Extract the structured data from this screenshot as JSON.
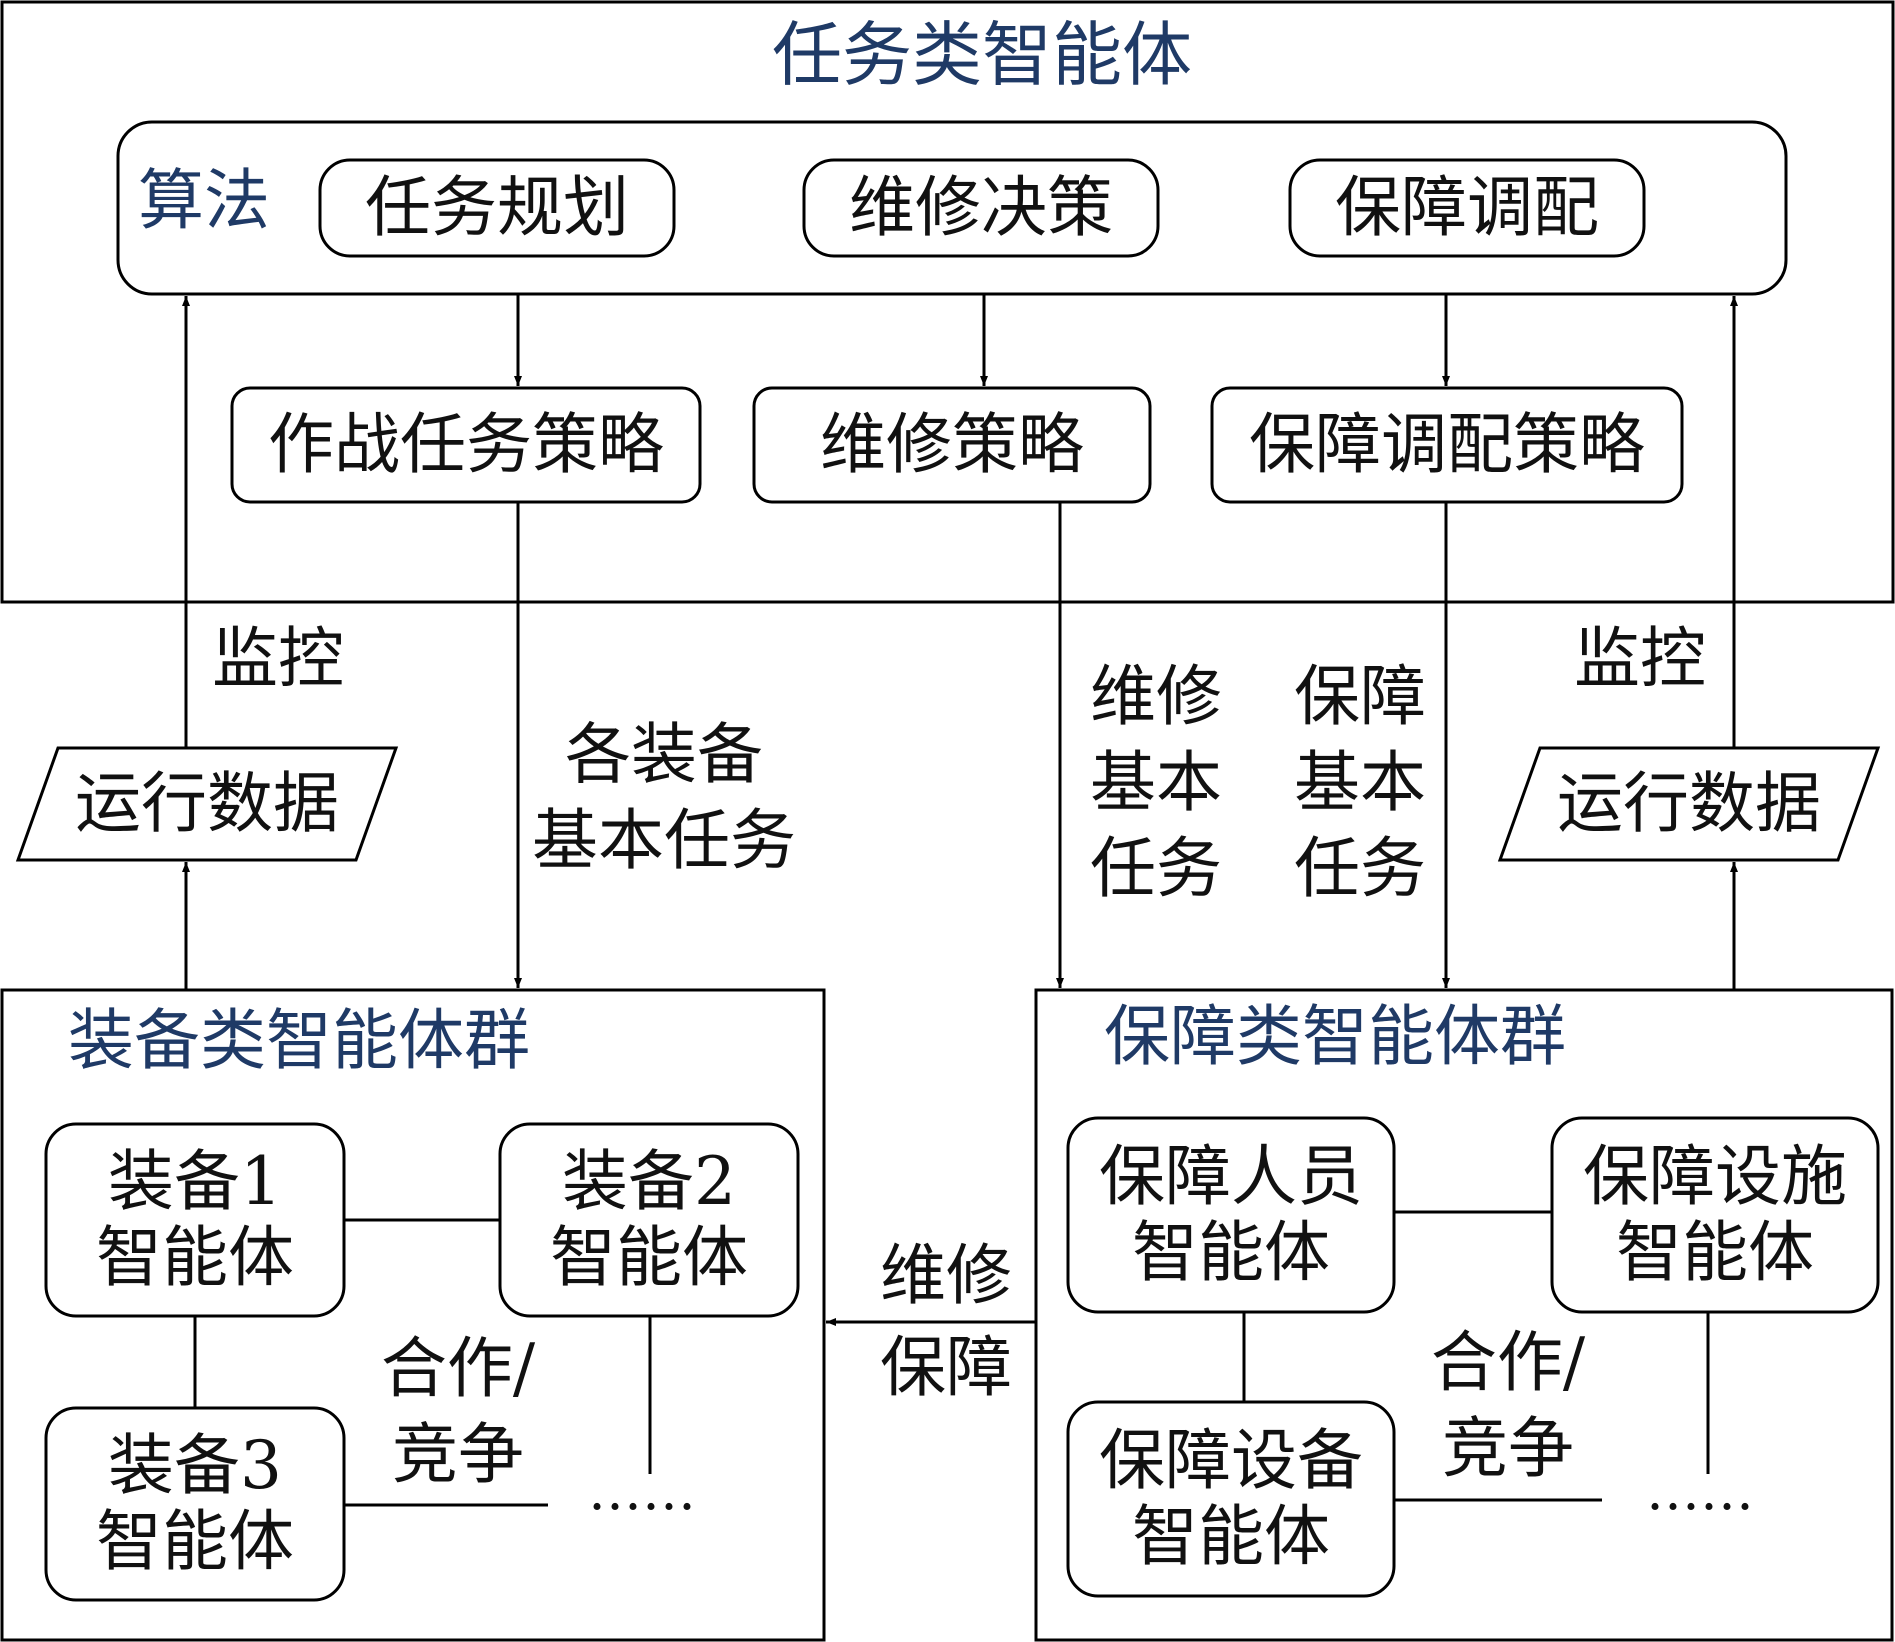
{
  "task_agent": {
    "title": "任务类智能体",
    "algorithm_label": "算法",
    "algorithms": [
      "任务规划",
      "维修决策",
      "保障调配"
    ],
    "strategies": [
      "作战任务策略",
      "维修策略",
      "保障调配策略"
    ]
  },
  "flows": {
    "monitor_left": "监控",
    "monitor_right": "监控",
    "run_data_left": "运行数据",
    "run_data_right": "运行数据",
    "equip_tasks": [
      "各装备",
      "基本任务"
    ],
    "maint_tasks": [
      "维修",
      "基本",
      "任务"
    ],
    "support_tasks": [
      "保障",
      "基本",
      "任务"
    ],
    "maint_support": [
      "维修",
      "保障"
    ]
  },
  "equipment_group": {
    "title": "装备类智能体群",
    "agents": [
      {
        "line1": "装备1",
        "line2": "智能体"
      },
      {
        "line1": "装备2",
        "line2": "智能体"
      },
      {
        "line1": "装备3",
        "line2": "智能体"
      }
    ],
    "relation": [
      "合作/",
      "竞争"
    ],
    "ellipsis": "……"
  },
  "support_group": {
    "title": "保障类智能体群",
    "agents": [
      {
        "line1": "保障人员",
        "line2": "智能体"
      },
      {
        "line1": "保障设施",
        "line2": "智能体"
      },
      {
        "line1": "保障设备",
        "line2": "智能体"
      }
    ],
    "relation": [
      "合作/",
      "竞争"
    ],
    "ellipsis": "……"
  },
  "colors": {
    "title_text": "#1f3a66",
    "text": "#111111",
    "line": "#000000"
  }
}
